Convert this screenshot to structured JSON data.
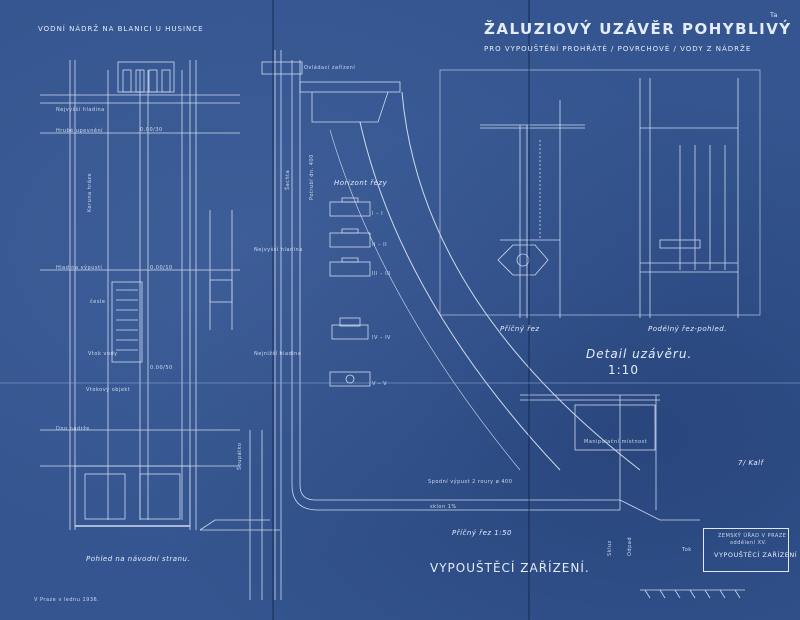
{
  "header": {
    "reservoir": "VODNÍ NÁDRŽ NA BLANICI U HUSINCE",
    "title": "ŽALUZIOVÝ UZÁVĚR POHYBLIVÝ",
    "subtitle": "PRO VYPOUŠTĚNÍ PROHŘÁTÉ / POVRCHOVÉ / VODY Z NÁDRŽE",
    "corner_mark": "Ta"
  },
  "views": {
    "left_view": "Pohled na návodní stranu.",
    "horizontal_sections": "Horizont řezy",
    "section_marks": [
      "I – I",
      "II – II",
      "III – III",
      "IV – IV",
      "V – V"
    ],
    "detail_title": "Detail uzávěru.",
    "detail_scale": "1:10",
    "cross_section_detail": "Příčný řez",
    "longitudinal_detail": "Podélný řez-pohled.",
    "cross_section_main": "Příčný řez 1:50",
    "outlet_title": "VYPOUŠTĚCÍ ZAŘÍZENÍ."
  },
  "left_annotations": {
    "max_level": "Nejvyšší hladina",
    "normal_level": "Hrubé upevnění",
    "crown": "Koruna hráze",
    "intake": "Vtokový objekt",
    "gate": "Vtok vody",
    "level_low": "Hladina výpustí",
    "grate": "česle",
    "bottom": "Dno nádrže",
    "elev1": "0.00/30",
    "elev2": "0.00/10",
    "elev3": "0.00/50"
  },
  "mid_annotations": {
    "control": "Ovládací zařízení",
    "shaft": "Šachta",
    "level1": "Nejvyšší hladina",
    "level2": "Nejnižší hladina",
    "pipe": "Potrubí dn. 400",
    "valve": "Šoupátko",
    "outlet_pipe": "Spodní výpust 2 roury ø 400",
    "slope": "sklon 1%",
    "gallery": "Manipulační místnost",
    "spillway": "Skluz",
    "outflow": "Odpad",
    "stream": "Tok",
    "signature": "7/ Kalf"
  },
  "stamp": {
    "line1": "ZEMSKÝ ÚŘAD V PRAZE",
    "line2": "oddělení XV.",
    "line3": "VYPOUŠTĚCÍ ZAŘÍZENÍ"
  },
  "footer": {
    "place_date": "V Praze v lednu 1936."
  },
  "colors": {
    "paper": "#34558f",
    "ink": "#e4ecfa"
  }
}
